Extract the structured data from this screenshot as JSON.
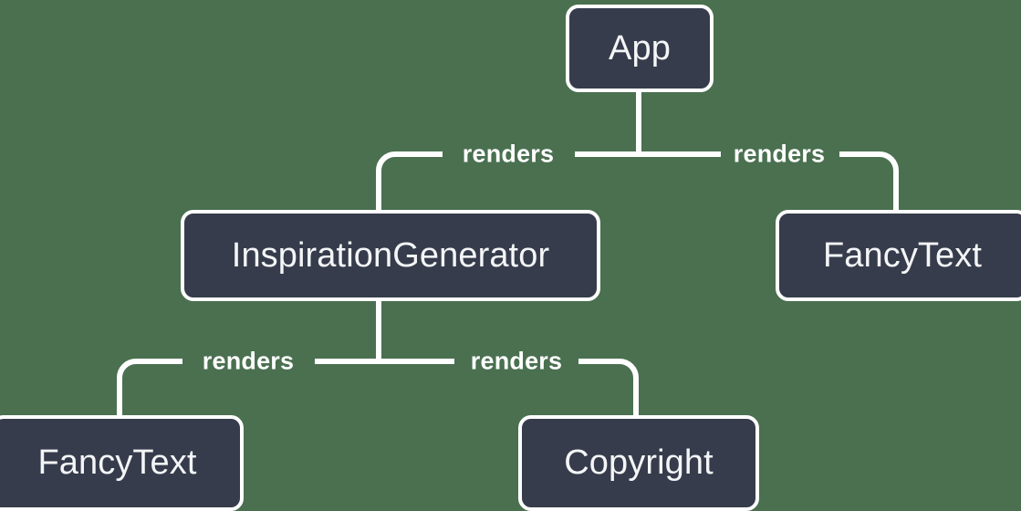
{
  "diagram": {
    "type": "component-tree",
    "background_color": "#4a7050",
    "node_fill_color": "#363c4b",
    "node_border_color": "#ffffff",
    "edge_color": "#ffffff",
    "text_color": "#f4f5f7",
    "nodes": [
      {
        "id": "app",
        "label": "App"
      },
      {
        "id": "inspiration",
        "label": "InspirationGenerator"
      },
      {
        "id": "fancytext-right",
        "label": "FancyText"
      },
      {
        "id": "fancytext-left",
        "label": "FancyText"
      },
      {
        "id": "copyright",
        "label": "Copyright"
      }
    ],
    "edges": [
      {
        "from": "app",
        "to": "inspiration",
        "label": "renders"
      },
      {
        "from": "app",
        "to": "fancytext-right",
        "label": "renders"
      },
      {
        "from": "inspiration",
        "to": "fancytext-left",
        "label": "renders"
      },
      {
        "from": "inspiration",
        "to": "copyright",
        "label": "renders"
      }
    ]
  }
}
